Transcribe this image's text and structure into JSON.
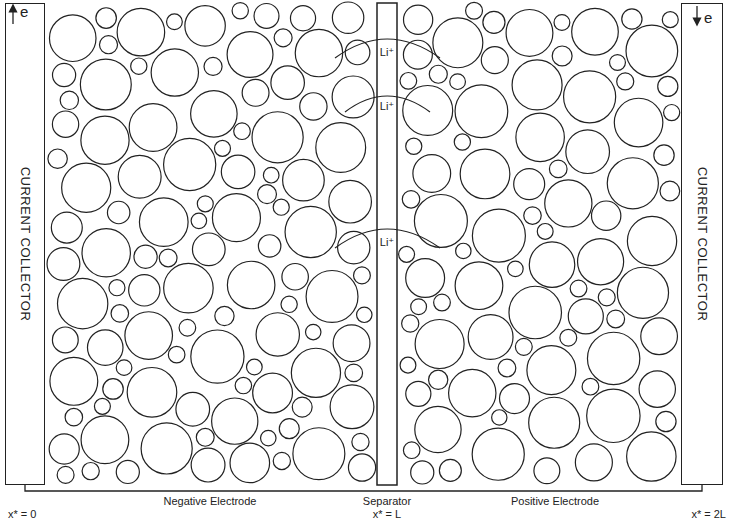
{
  "diagram": {
    "nodes": [
      {
        "text": [
          "CURRENT COLLECTOR"
        ]
      },
      {
        "text": [
          "CURRENT COLLECTOR"
        ]
      }
    ],
    "edges": [
      {
        "from": 0,
        "to": 1,
        "arrow": "none"
      }
    ],
    "labels": [
      "e",
      "e",
      "Li⁺",
      "Li⁺",
      "Li⁺",
      "Negative Electrode",
      "Separator",
      "Positive Electrode",
      "x* = 0",
      "x* = L",
      "x* = 2L"
    ]
  }
}
